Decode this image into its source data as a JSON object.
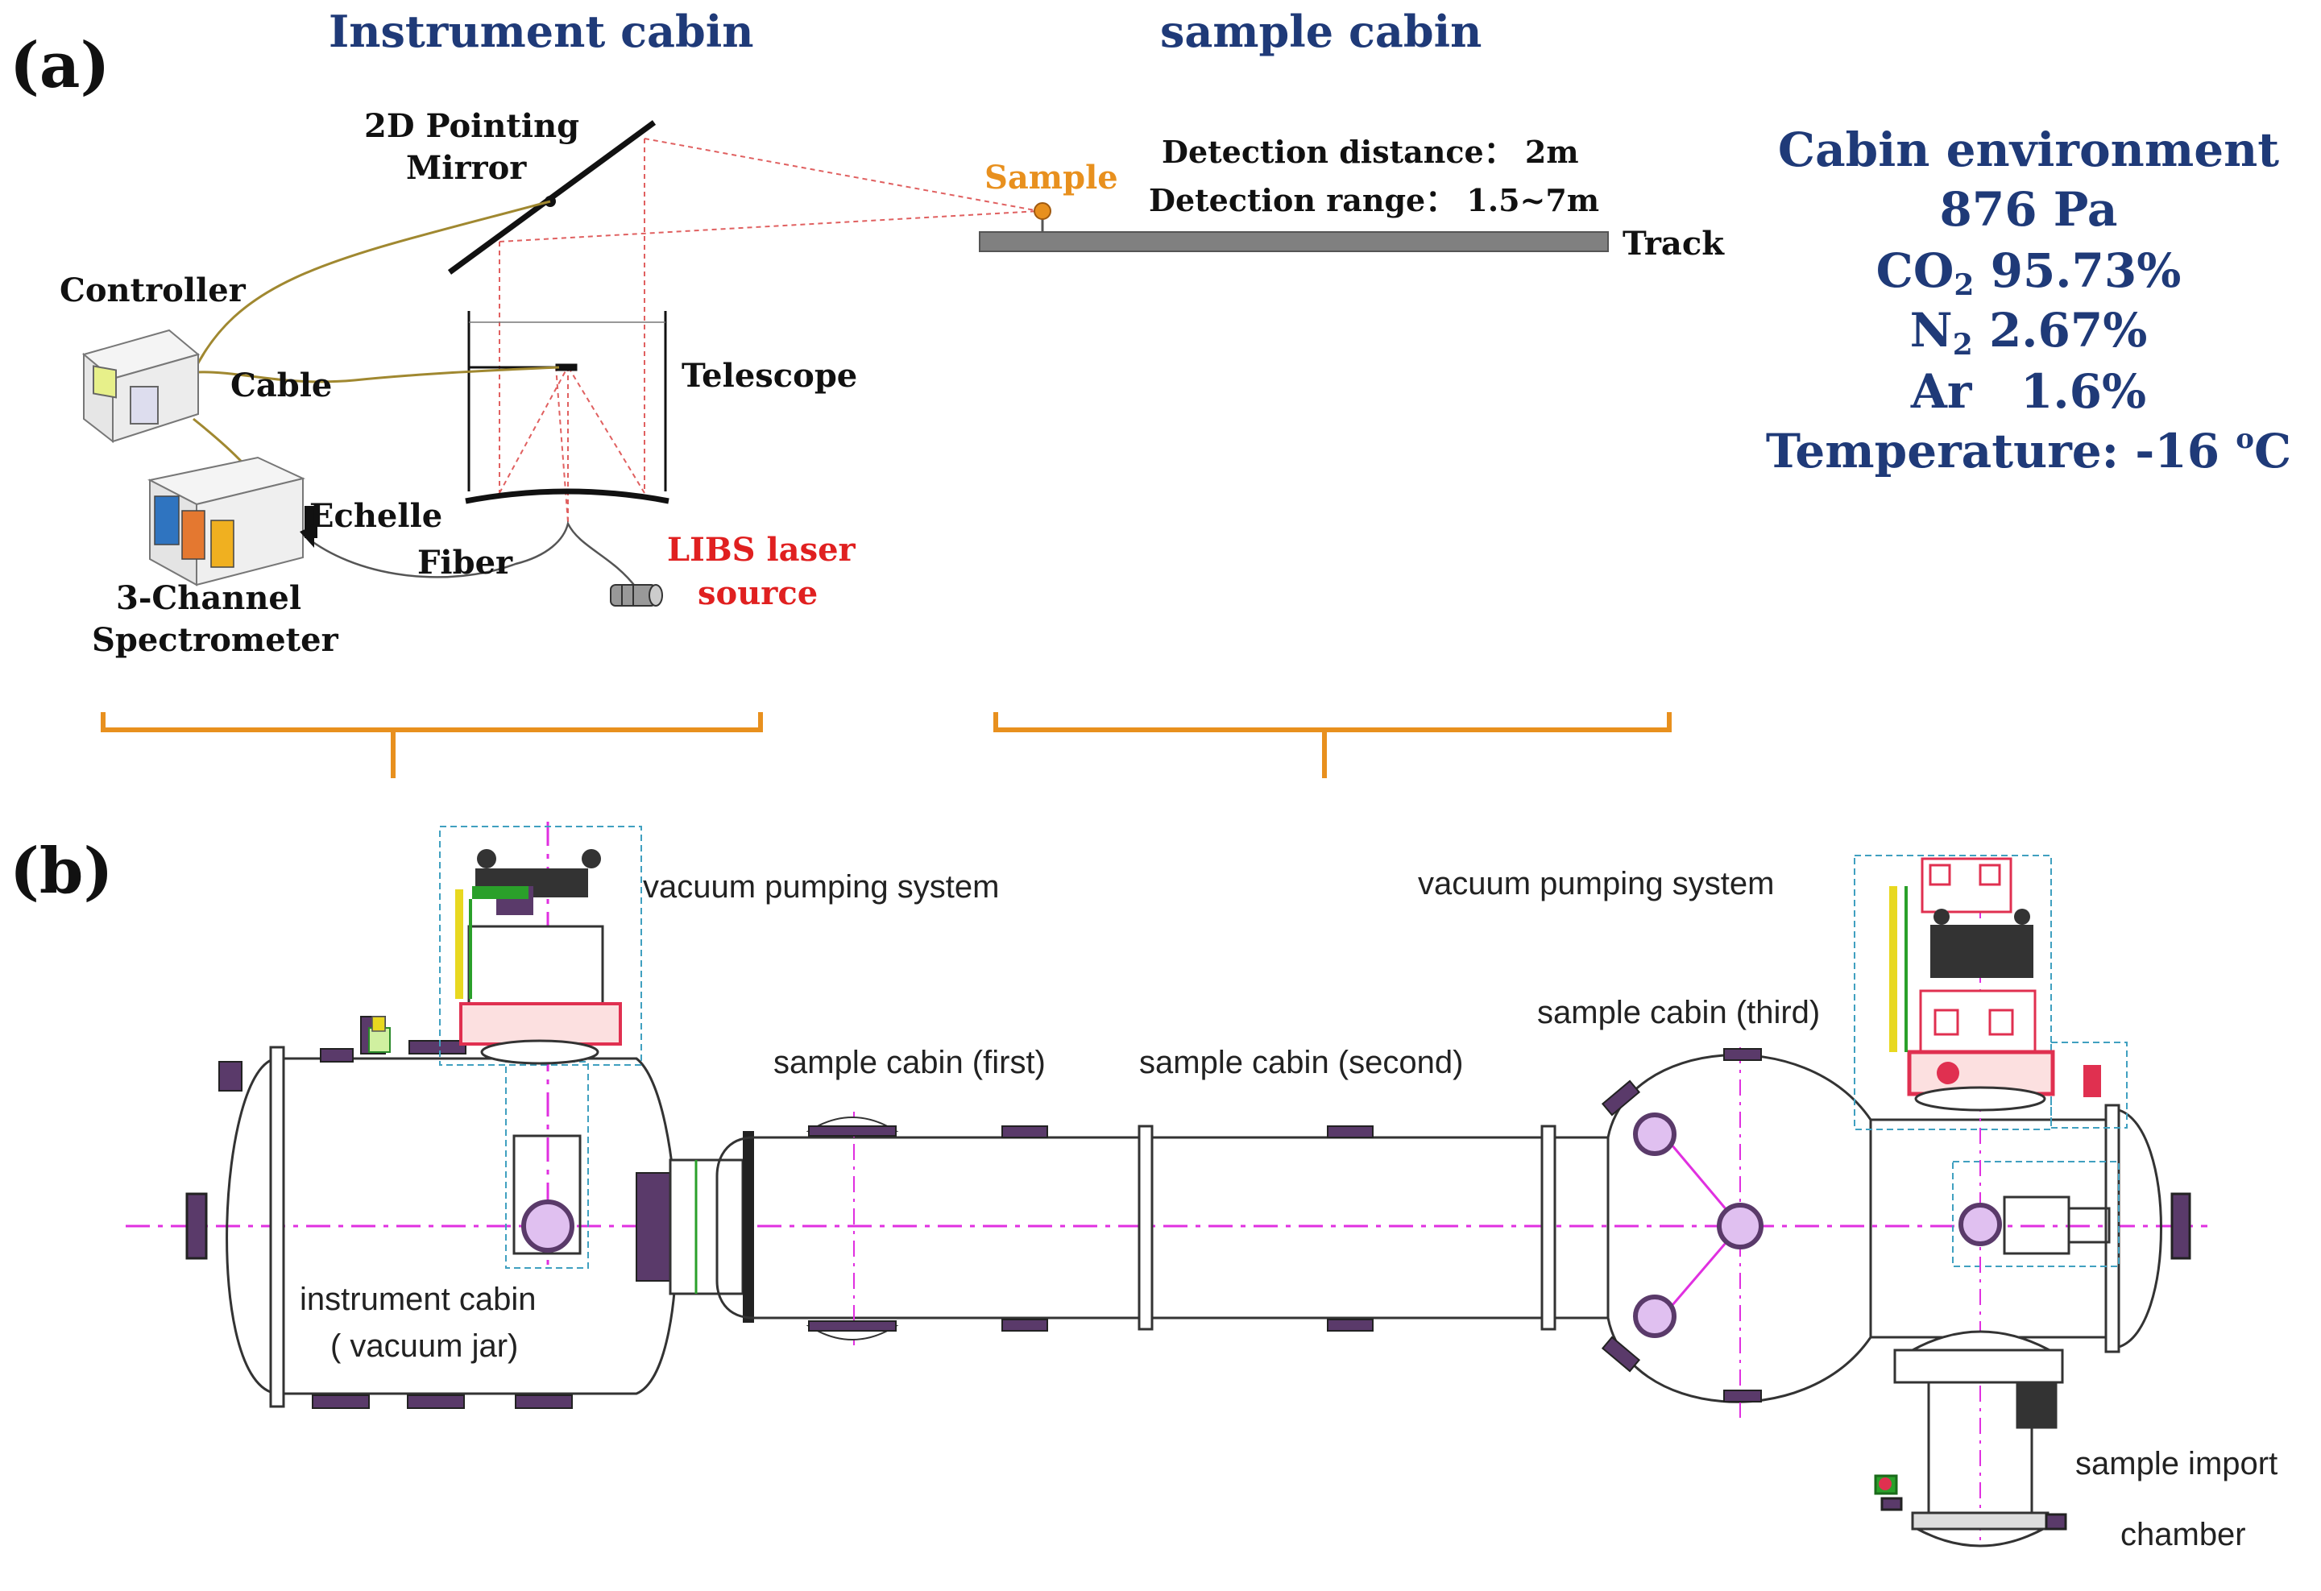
{
  "panel_a": {
    "label": "(a)",
    "instrument_cabin_title": "Instrument cabin",
    "sample_cabin_title": "sample cabin",
    "mirror_label_1": "2D Pointing",
    "mirror_label_2": "Mirror",
    "controller_label": "Controller",
    "cable_label": "Cable",
    "telescope_label": "Telescope",
    "echelle_label": "Echelle",
    "fiber_label": "Fiber",
    "spectrometer_label_1": "3-Channel",
    "spectrometer_label_2": "Spectrometer",
    "laser_label_1": "LIBS laser",
    "laser_label_2": "source",
    "sample_label": "Sample",
    "detection_distance": "Detection distance：  2m",
    "detection_range": "Detection range：  1.5~7m",
    "track_label": "Track",
    "environment": {
      "title": "Cabin environment",
      "pressure": "876 Pa",
      "co2_prefix": "CO",
      "co2_sub": "2",
      "co2_value": " 95.73%",
      "n2_prefix": "N",
      "n2_sub": "2",
      "n2_value": "  2.67%",
      "ar_line": "Ar   1.6%",
      "temperature_prefix": "Temperature: -16 ",
      "temperature_sup": "o",
      "temperature_unit": "C"
    }
  },
  "panel_b": {
    "label": "(b)",
    "vacuum_pumping_left": "vacuum pumping system",
    "vacuum_pumping_right": "vacuum pumping system",
    "sample_cabin_first": "sample cabin (first)",
    "sample_cabin_second": "sample cabin (second)",
    "sample_cabin_third": "sample cabin (third)",
    "instrument_cabin_1": "instrument cabin",
    "instrument_cabin_2": "( vacuum jar)",
    "sample_import_1": "sample import",
    "sample_import_2": "chamber"
  },
  "colors": {
    "title_blue": "#1f3a78",
    "env_blue": "#1f3a78",
    "orange": "#e8901e",
    "laser_red": "#e02020",
    "ray_red": "#e06060",
    "cable": "#a08830",
    "axis_magenta": "#e030e0",
    "dash_cyan": "#40a0c0",
    "flange_purple": "#5a3a6a",
    "pump_red": "#e03050"
  }
}
